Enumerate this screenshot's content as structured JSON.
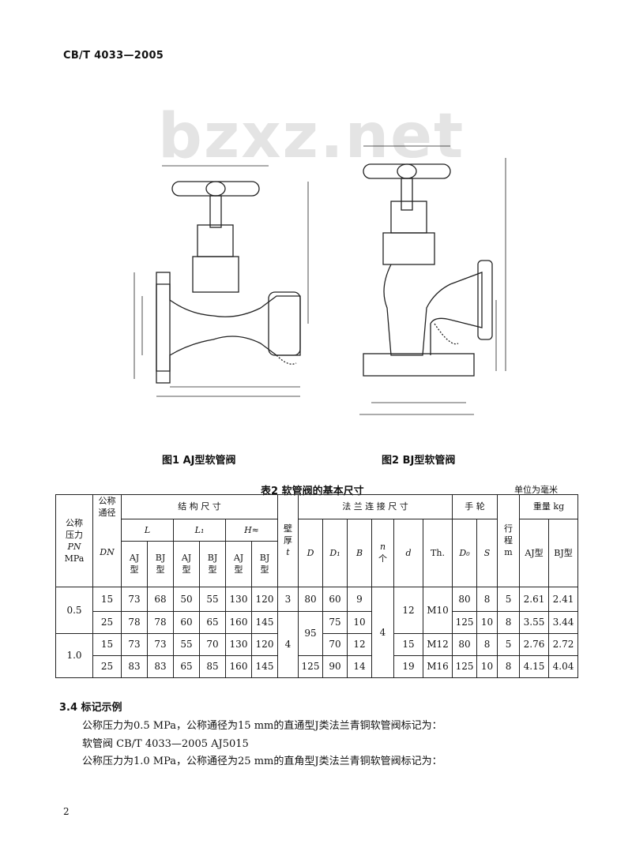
{
  "header": "CB/T 4033—2005",
  "watermark": "bzxz.net",
  "fig1_caption": "图1  AJ型软管阀",
  "fig2_caption": "图2  BJ型软管阀",
  "table": {
    "title": "表2  软管阀的基本尺寸",
    "unit": "单位为毫米",
    "h_pressure": "公称压力PN MPa",
    "h_pressure_l1": "公称",
    "h_pressure_l2": "压力",
    "h_pressure_l3": "PN",
    "h_pressure_l4": "MPa",
    "h_dn_l1": "公称",
    "h_dn_l2": "通径",
    "h_dn_l3": "DN",
    "h_struct": "结 构 尺 寸",
    "h_L": "L",
    "h_L1": "L₁",
    "h_H": "H≈",
    "h_t_l1": "壁",
    "h_t_l2": "厚",
    "h_t_l3": "t",
    "h_flange": "法 兰 连 接 尺 寸",
    "h_wheel": "手 轮",
    "h_stroke_l1": "行",
    "h_stroke_l2": "程",
    "h_stroke_l3": "m",
    "h_weight": "重量  kg",
    "h_D": "D",
    "h_D1": "D₁",
    "h_B": "B",
    "h_n_l1": "n",
    "h_n_l2": "个",
    "h_d": "d",
    "h_Th": "Th.",
    "h_D0": "D₀",
    "h_S": "S",
    "h_aj_weight": "AJ型",
    "h_bj_weight": "BJ型",
    "h_aj1": "AJ",
    "h_aj2": "型",
    "h_bj1": "BJ",
    "h_bj2": "型",
    "rows": [
      {
        "pn": "0.5",
        "dn": "15",
        "l_aj": "73",
        "l_bj": "68",
        "l1_aj": "50",
        "l1_bj": "55",
        "h_aj": "130",
        "h_bj": "120",
        "t": "3",
        "D": "80",
        "D1": "60",
        "B": "9",
        "n": "",
        "d": "12",
        "th": "M10",
        "D0": "80",
        "S": "8",
        "m": "5",
        "w_aj": "2.61",
        "w_bj": "2.41"
      },
      {
        "dn": "25",
        "l_aj": "78",
        "l_bj": "78",
        "l1_aj": "60",
        "l1_bj": "65",
        "h_aj": "160",
        "h_bj": "145",
        "t": "4",
        "D": "95",
        "D1": "75",
        "B": "10",
        "n": "4",
        "D0": "125",
        "S": "10",
        "m": "8",
        "w_aj": "3.55",
        "w_bj": "3.44"
      },
      {
        "pn": "1.0",
        "dn": "15",
        "l_aj": "73",
        "l_bj": "73",
        "l1_aj": "55",
        "l1_bj": "70",
        "h_aj": "130",
        "h_bj": "120",
        "D1": "70",
        "B": "12",
        "d": "15",
        "th": "M12",
        "D0": "80",
        "S": "8",
        "m": "5",
        "w_aj": "2.76",
        "w_bj": "2.72"
      },
      {
        "dn": "25",
        "l_aj": "83",
        "l_bj": "83",
        "l1_aj": "65",
        "l1_bj": "85",
        "h_aj": "160",
        "h_bj": "145",
        "D": "125",
        "D1": "90",
        "B": "14",
        "d": "19",
        "th": "M16",
        "D0": "125",
        "S": "10",
        "m": "8",
        "w_aj": "4.15",
        "w_bj": "4.04"
      }
    ]
  },
  "section_heading": "3.4  标记示例",
  "para1": "公称压力为0.5 MPa，公称通径为15 mm的直通型J类法兰青铜软管阀标记为：",
  "para2": "软管阀   CB/T 4033—2005   AJ5015",
  "para3": "公称压力为1.0 MPa，公称通径为25 mm的直角型J类法兰青铜软管阀标记为：",
  "page_number": "2"
}
